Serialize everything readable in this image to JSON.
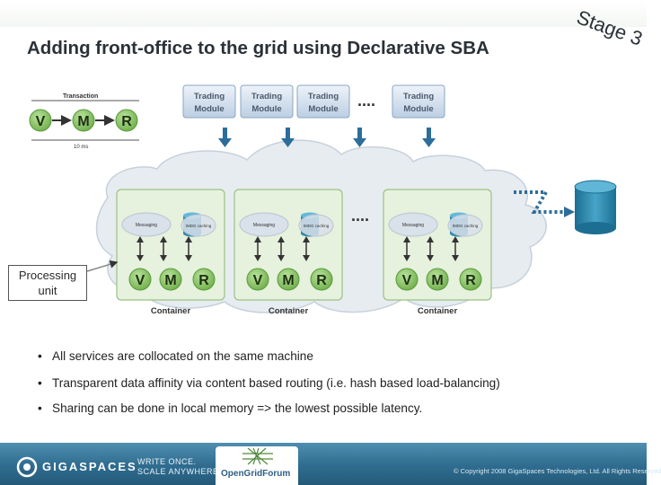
{
  "title": "Adding front-office to the grid using Declarative SBA",
  "stage_label": "Stage 3",
  "transaction": {
    "label": "Transaction",
    "letters": [
      "V",
      "M",
      "R"
    ],
    "duration": "10 ms"
  },
  "trading_modules": [
    "Trading Module",
    "Trading Module",
    "Trading Module",
    "Trading Module"
  ],
  "containers": [
    {
      "label": "Container",
      "messaging": "Messaging",
      "cache": "IMDG caching",
      "letters": [
        "V",
        "M",
        "R"
      ]
    },
    {
      "label": "Container",
      "messaging": "Messaging",
      "cache": "IMDG caching",
      "letters": [
        "V",
        "M",
        "R"
      ]
    },
    {
      "label": "Container",
      "messaging": "Messaging",
      "cache": "IMDG caching",
      "letters": [
        "V",
        "M",
        "R"
      ]
    }
  ],
  "processing_unit_label": "Processing unit",
  "bullets": [
    "All services are collocated on the same machine",
    "Transparent data affinity via content based routing (i.e. hash based load-balancing)",
    "Sharing can be done in local memory => the lowest possible latency."
  ],
  "footer": {
    "brand": "GIGASPACES",
    "tagline_1": "WRITE ONCE.",
    "tagline_2": "SCALE ANYWHERE.",
    "partner": "OpenGridForum",
    "copyright": "© Copyright 2008 GigaSpaces Technologies, Ltd. All Rights Reserved"
  },
  "colors": {
    "circle_green": "#7fbf5a",
    "module_blue": "#c9d9ea",
    "container_green": "#e4f0dc",
    "cloud": "#e8edf2",
    "db": "#2d86a8",
    "footer": "#2f6c8f"
  }
}
